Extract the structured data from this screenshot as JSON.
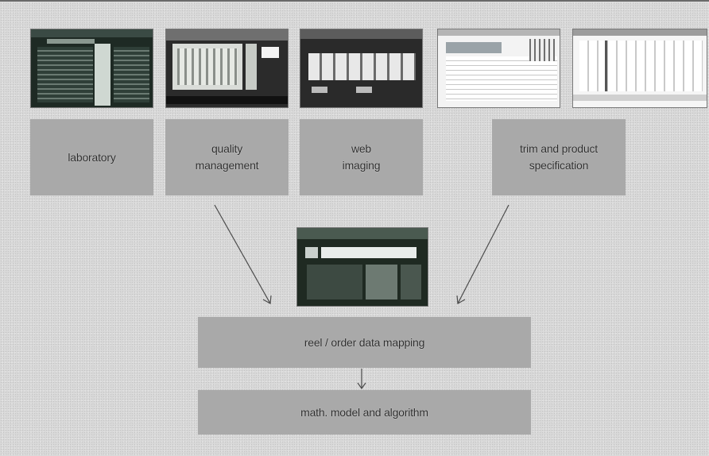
{
  "source_boxes": [
    {
      "label": "laboratory"
    },
    {
      "label": "quality\nmanagement"
    },
    {
      "label": "web\nimaging"
    },
    {
      "label": "trim and product\nspecification"
    }
  ],
  "mapping_box": {
    "label": "reel / order data mapping"
  },
  "model_box": {
    "label": "math. model and algorithm"
  },
  "thumbnails": [
    {
      "name": "laboratory-screenshot",
      "palette": "dark"
    },
    {
      "name": "quality-management-screenshot",
      "palette": "dark"
    },
    {
      "name": "web-imaging-screenshot",
      "palette": "dark"
    },
    {
      "name": "trim-specification-screenshot",
      "palette": "light"
    },
    {
      "name": "product-specification-screenshot",
      "palette": "light"
    },
    {
      "name": "data-mapping-screenshot",
      "palette": "dark"
    }
  ],
  "colors": {
    "box": "#a9a9a9",
    "background": "#d9d9d9",
    "arrow": "#4a4a4a"
  }
}
